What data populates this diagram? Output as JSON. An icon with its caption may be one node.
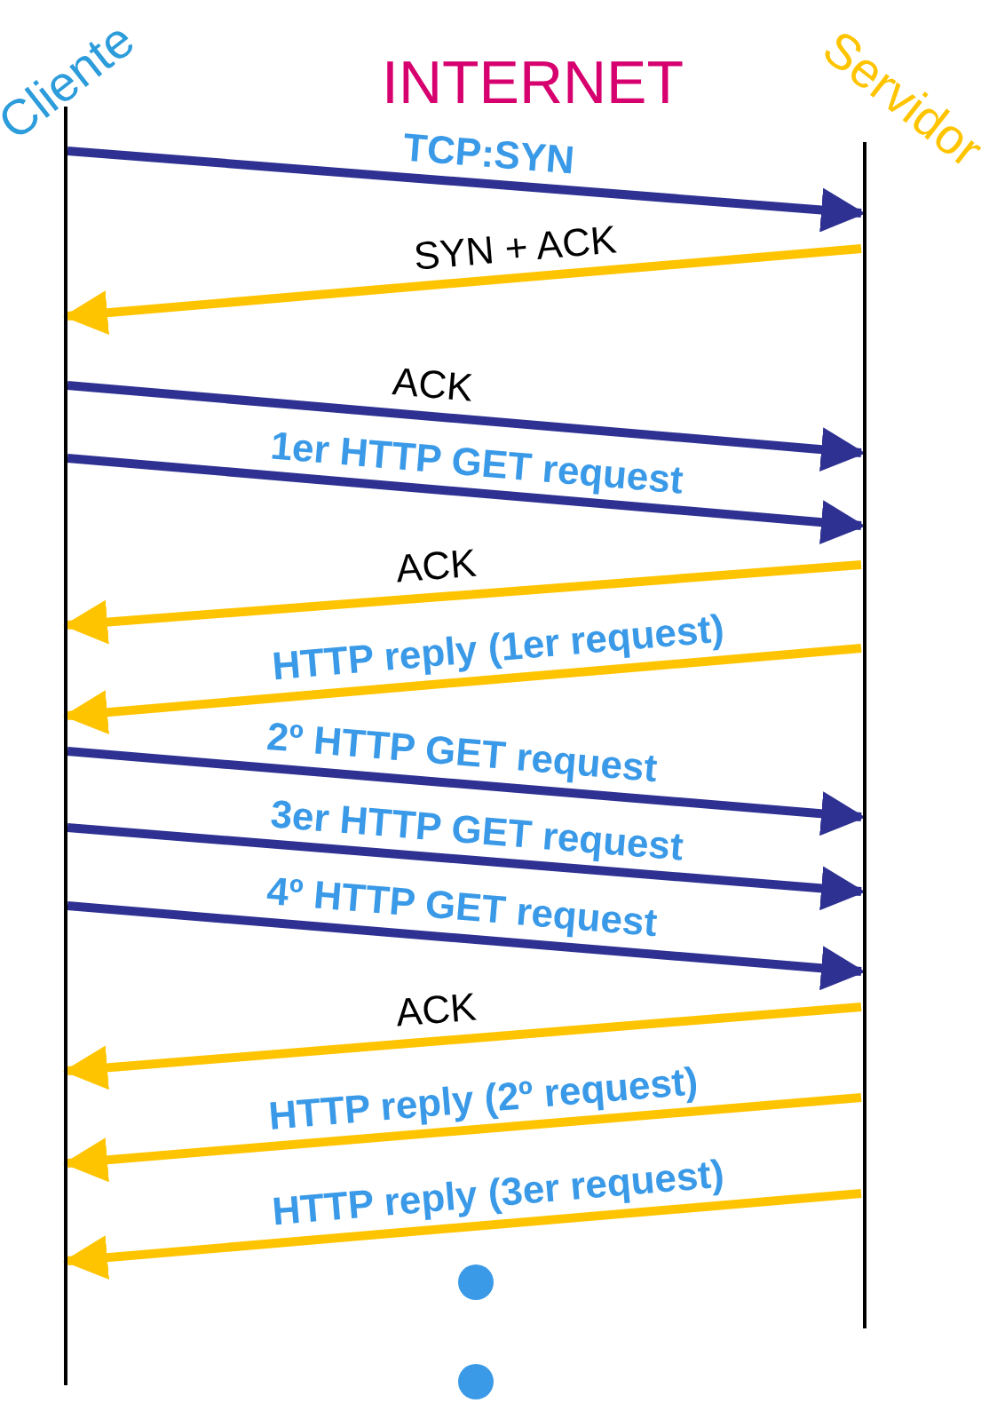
{
  "diagram": {
    "title": "INTERNET",
    "nodes": [
      {
        "text": [
          "Cliente"
        ]
      },
      {
        "text": [
          "Servidor"
        ]
      }
    ],
    "edges": [
      {
        "from": 0,
        "to": 1,
        "arrow": "to",
        "label": "**TCP:**SYN",
        "color": "#2e3192"
      },
      {
        "from": 1,
        "to": 0,
        "arrow": "to",
        "label": "SYN + ACK",
        "color": "#ffc400"
      },
      {
        "from": 0,
        "to": 1,
        "arrow": "to",
        "label": "ACK",
        "color": "#2e3192"
      },
      {
        "from": 0,
        "to": 1,
        "arrow": "to",
        "label": "1er HTTP GET request",
        "color": "#2e3192"
      },
      {
        "from": 1,
        "to": 0,
        "arrow": "to",
        "label": "ACK",
        "color": "#ffc400"
      },
      {
        "from": 1,
        "to": 0,
        "arrow": "to",
        "label": "HTTP reply (1er request)",
        "color": "#ffc400"
      },
      {
        "from": 0,
        "to": 1,
        "arrow": "to",
        "label": "2º HTTP GET request",
        "color": "#2e3192"
      },
      {
        "from": 0,
        "to": 1,
        "arrow": "to",
        "label": "3er HTTP GET request",
        "color": "#2e3192"
      },
      {
        "from": 0,
        "to": 1,
        "arrow": "to",
        "label": "4º HTTP GET request",
        "color": "#2e3192"
      },
      {
        "from": 1,
        "to": 0,
        "arrow": "to",
        "label": "ACK",
        "color": "#ffc400"
      },
      {
        "from": 1,
        "to": 0,
        "arrow": "to",
        "label": "HTTP reply (2º request)",
        "color": "#ffc400"
      },
      {
        "from": 1,
        "to": 0,
        "arrow": "to",
        "label": "HTTP reply (3er request)",
        "color": "#ffc400"
      }
    ]
  }
}
